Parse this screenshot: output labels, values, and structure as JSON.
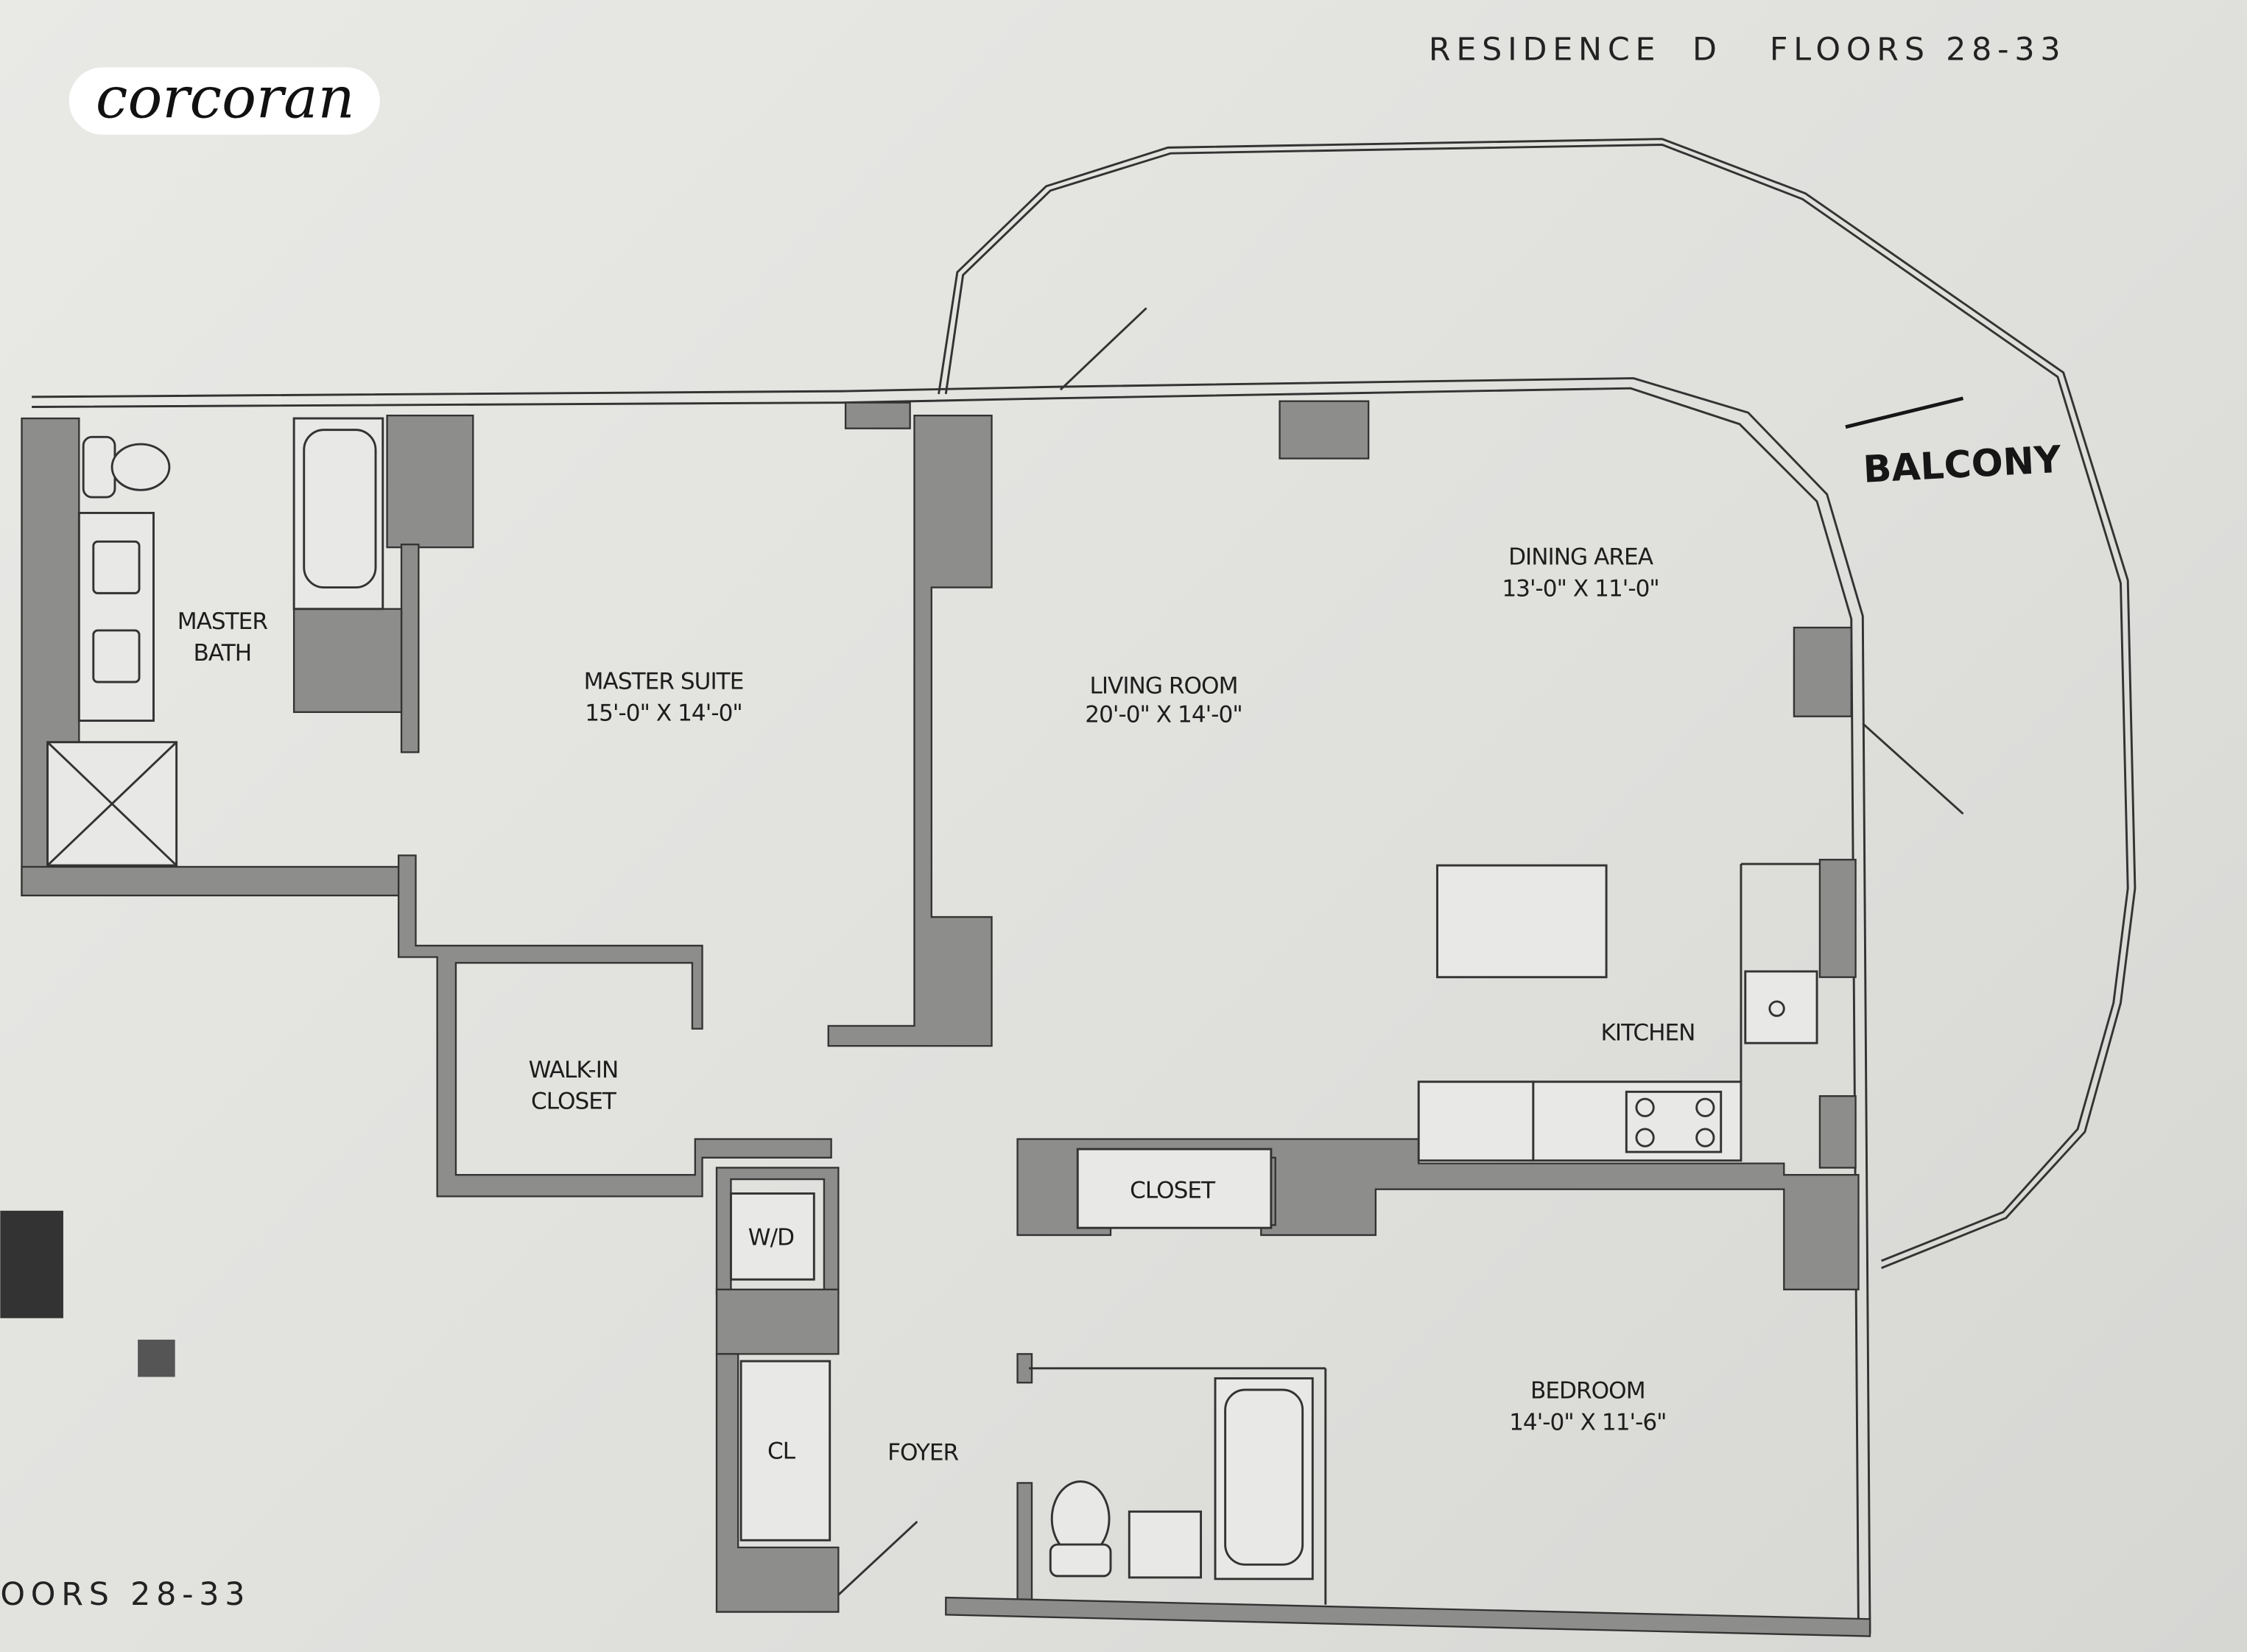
{
  "brand": {
    "logo_text": "corcoran"
  },
  "header": {
    "title": "RESIDENCE  D   FLOORS 28-33",
    "footer_fragment": "OORS 28-33"
  },
  "rooms": {
    "master_bath": {
      "line1": "MASTER",
      "line2": "BATH"
    },
    "master_suite": {
      "name": "MASTER SUITE",
      "size": "15'-0\" X 14'-0\""
    },
    "living_room": {
      "name": "LIVING ROOM",
      "size": "20'-0\" X 14'-0\""
    },
    "dining_area": {
      "name": "DINING AREA",
      "size": "13'-0\" X 11'-0\""
    },
    "kitchen": {
      "name": "KITCHEN"
    },
    "walk_in_closet": {
      "line1": "WALK-IN",
      "line2": "CLOSET"
    },
    "closet": {
      "name": "CLOSET"
    },
    "washer_dryer": {
      "name": "W/D"
    },
    "coat_closet": {
      "name": "CL"
    },
    "foyer": {
      "name": "FOYER"
    },
    "bedroom": {
      "name": "BEDROOM",
      "size": "14'-0\" X 11'-6\""
    },
    "balcony": {
      "name": "BALCONY"
    }
  }
}
